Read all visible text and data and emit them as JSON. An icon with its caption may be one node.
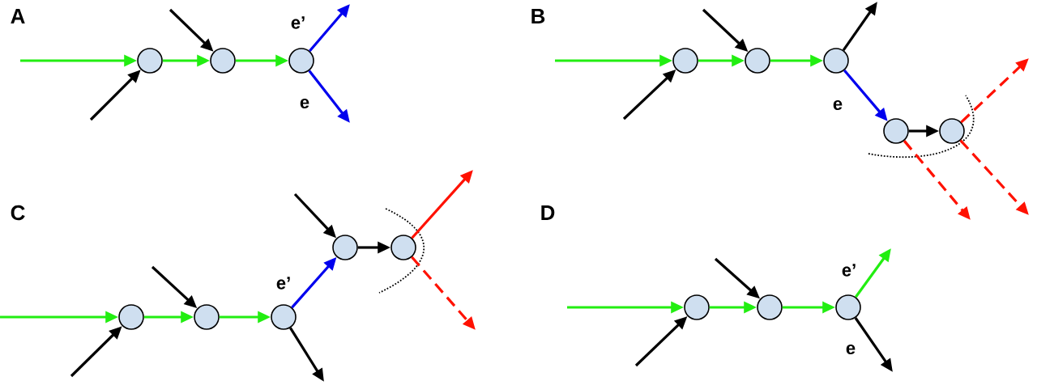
{
  "diagram": {
    "nodes": [
      {
        "text": [],
        "shape": "circle"
      },
      {
        "text": [],
        "shape": "circle"
      },
      {
        "text": [],
        "shape": "circle"
      },
      {
        "text": [],
        "shape": "circle"
      },
      {
        "text": [],
        "shape": "circle"
      },
      {
        "text": [],
        "shape": "circle"
      },
      {
        "text": [],
        "shape": "circle"
      },
      {
        "text": [],
        "shape": "circle"
      },
      {
        "text": [],
        "shape": "circle"
      },
      {
        "text": [],
        "shape": "circle"
      },
      {
        "text": [],
        "shape": "circle"
      },
      {
        "text": [],
        "shape": "circle"
      },
      {
        "text": [],
        "shape": "circle"
      },
      {
        "text": [],
        "shape": "circle"
      },
      {
        "text": [],
        "shape": "circle"
      },
      {
        "text": [],
        "shape": "circle"
      }
    ],
    "edges": [
      {
        "from": null,
        "to": 0,
        "arrow": "to",
        "color": "#22ee11"
      },
      {
        "from": null,
        "to": 0,
        "arrow": "to"
      },
      {
        "from": 0,
        "to": 1,
        "arrow": "to",
        "color": "#22ee11"
      },
      {
        "from": null,
        "to": 1,
        "arrow": "to"
      },
      {
        "from": 1,
        "to": 2,
        "arrow": "to",
        "color": "#22ee11"
      },
      {
        "from": 2,
        "to": null,
        "arrow": "to",
        "label": "e’",
        "color": "#0000ee"
      },
      {
        "from": 2,
        "to": null,
        "arrow": "to",
        "label": "e",
        "color": "#0000ee"
      },
      {
        "from": null,
        "to": 3,
        "arrow": "to",
        "color": "#22ee11"
      },
      {
        "from": null,
        "to": 3,
        "arrow": "to"
      },
      {
        "from": 3,
        "to": 4,
        "arrow": "to",
        "color": "#22ee11"
      },
      {
        "from": null,
        "to": 4,
        "arrow": "to"
      },
      {
        "from": 4,
        "to": 5,
        "arrow": "to",
        "color": "#22ee11"
      },
      {
        "from": 5,
        "to": null,
        "arrow": "to"
      },
      {
        "from": 5,
        "to": 6,
        "arrow": "to",
        "label": "e",
        "color": "#0000ee"
      },
      {
        "from": 6,
        "to": 7,
        "arrow": "to"
      },
      {
        "from": 6,
        "to": null,
        "arrow": "to",
        "style": "dashed",
        "color": "#ff1100"
      },
      {
        "from": 7,
        "to": null,
        "arrow": "to",
        "style": "dashed",
        "color": "#ff1100"
      },
      {
        "from": 7,
        "to": null,
        "arrow": "to",
        "style": "dashed",
        "color": "#ff1100"
      },
      {
        "from": null,
        "to": 8,
        "arrow": "to",
        "color": "#22ee11"
      },
      {
        "from": null,
        "to": 8,
        "arrow": "to"
      },
      {
        "from": 8,
        "to": 9,
        "arrow": "to",
        "color": "#22ee11"
      },
      {
        "from": null,
        "to": 9,
        "arrow": "to"
      },
      {
        "from": 9,
        "to": 10,
        "arrow": "to",
        "color": "#22ee11"
      },
      {
        "from": 10,
        "to": 11,
        "arrow": "to",
        "label": "e’",
        "color": "#0000ee"
      },
      {
        "from": 10,
        "to": null,
        "arrow": "to"
      },
      {
        "from": null,
        "to": 11,
        "arrow": "to"
      },
      {
        "from": 11,
        "to": 12,
        "arrow": "to"
      },
      {
        "from": 12,
        "to": null,
        "arrow": "to",
        "color": "#ff1100"
      },
      {
        "from": 12,
        "to": null,
        "arrow": "to",
        "style": "dashed",
        "color": "#ff1100"
      },
      {
        "from": null,
        "to": 13,
        "arrow": "to",
        "color": "#22ee11"
      },
      {
        "from": null,
        "to": 13,
        "arrow": "to"
      },
      {
        "from": 13,
        "to": 14,
        "arrow": "to",
        "color": "#22ee11"
      },
      {
        "from": null,
        "to": 14,
        "arrow": "to"
      },
      {
        "from": 14,
        "to": 15,
        "arrow": "to",
        "color": "#22ee11"
      },
      {
        "from": 15,
        "to": null,
        "arrow": "to",
        "label": "e’",
        "color": "#22ee11"
      },
      {
        "from": 15,
        "to": null,
        "arrow": "to",
        "label": "e"
      }
    ],
    "labels": [
      "A",
      "B",
      "C",
      "D"
    ]
  }
}
